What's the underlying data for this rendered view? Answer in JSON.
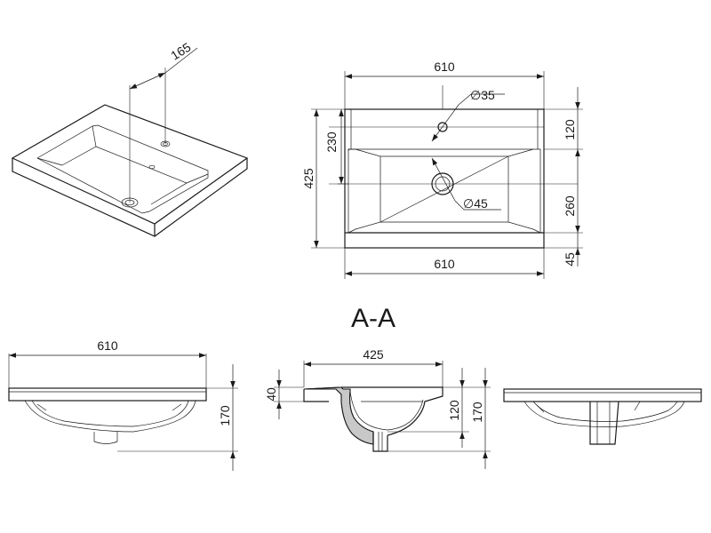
{
  "iso_view": {
    "dim_165": "165"
  },
  "top_view": {
    "width_top": "610",
    "width_bottom": "610",
    "depth_total": "425",
    "depth_230": "230",
    "depth_120": "120",
    "depth_260": "260",
    "depth_45": "45",
    "hole_tap": "∅35",
    "hole_drain": "∅45"
  },
  "section_title": "A-A",
  "front_view": {
    "width": "610",
    "height": "170"
  },
  "section_view": {
    "width": "425",
    "rim_40": "40",
    "height_120": "120",
    "height_170": "170"
  },
  "side_view": {}
}
